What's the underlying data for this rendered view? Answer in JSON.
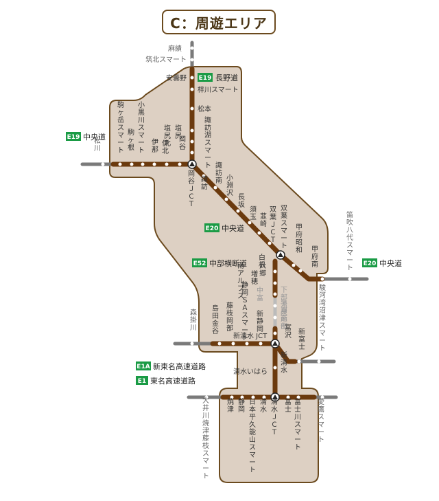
{
  "title": "C：周遊エリア",
  "colors": {
    "area": "#ddd0c3",
    "area_border": "#6b4a1e",
    "road": "#6b3a0e",
    "outside_road": "#7a7a7a",
    "badge": "#1a9b45"
  },
  "routes": [
    {
      "badge": "E19",
      "name": "長野道"
    },
    {
      "badge": "E19",
      "name": "中央道"
    },
    {
      "badge": "E20",
      "name": "中央道"
    },
    {
      "badge": "E20",
      "name": "中央道"
    },
    {
      "badge": "E52",
      "name": "中部横断道"
    },
    {
      "badge": "E1A",
      "name": "新東名高速道路"
    },
    {
      "badge": "E1",
      "name": "東名高速道路"
    }
  ],
  "interchanges": {
    "asami": "麻績",
    "chikuhoku": "筑北スマート",
    "azumino": "安曇野",
    "azusagawa": "梓川スマート",
    "matsumoto": "松本",
    "shiojirikita": "塩尻北",
    "shiojiri": "塩尻",
    "okaya": "岡谷",
    "suwako": "諏訪湖スマート",
    "komagatake": "駒ヶ岳スマート",
    "kobukawa": "小黒川スマート",
    "komagane": "駒ヶ根",
    "ina": "伊那",
    "inakita": "伊北",
    "matsukawa": "松川",
    "okayajct": "岡谷ＪＣＴ",
    "suwa": "諏訪",
    "suwaminami": "諏訪南",
    "kobuchisawa": "小淵沢",
    "nagasaka": "長坂",
    "sudama": "須玉",
    "nirasaki": "韮崎",
    "futabajct": "双葉ＪＣＴ",
    "futabasmart": "双葉スマート",
    "kofushowa": "甲府昭和",
    "kofuminami": "甲府南",
    "fuefuki": "笛吹八代スマート",
    "shirane": "白根",
    "minamialps": "南アルプス",
    "masuho": "増穂",
    "rokugo": "六郷",
    "nakatomi": "中富",
    "shimobeonsen": "下部温泉",
    "hayakawa": "早川",
    "minobusan": "身延山",
    "nanbu": "南部",
    "tomizawa": "富沢",
    "suruga": "駿河湾沼津スマート",
    "shinfuji": "新富士",
    "mori": "森掛川",
    "shimadakanaya": "島田金谷",
    "fujiedaokabe": "藤枝岡部",
    "shizuokasa": "静岡ＳＡスマート",
    "shinshizuoka": "新静岡",
    "shinshimizujct": "新清水 JCT",
    "shinshimizu": "新清水",
    "shimizuihara": "清水いはら",
    "oigawa": "大井川焼津藤枝スマート",
    "yaizu": "焼津",
    "shizuoka": "静岡",
    "nihondaira": "日本平久能山スマート",
    "shimizu": "清水",
    "shimizujct": "清水ＪＣＴ",
    "fuji": "富士",
    "fujikawa": "富士川スマート",
    "ashitaka": "愛鷹スマート"
  }
}
